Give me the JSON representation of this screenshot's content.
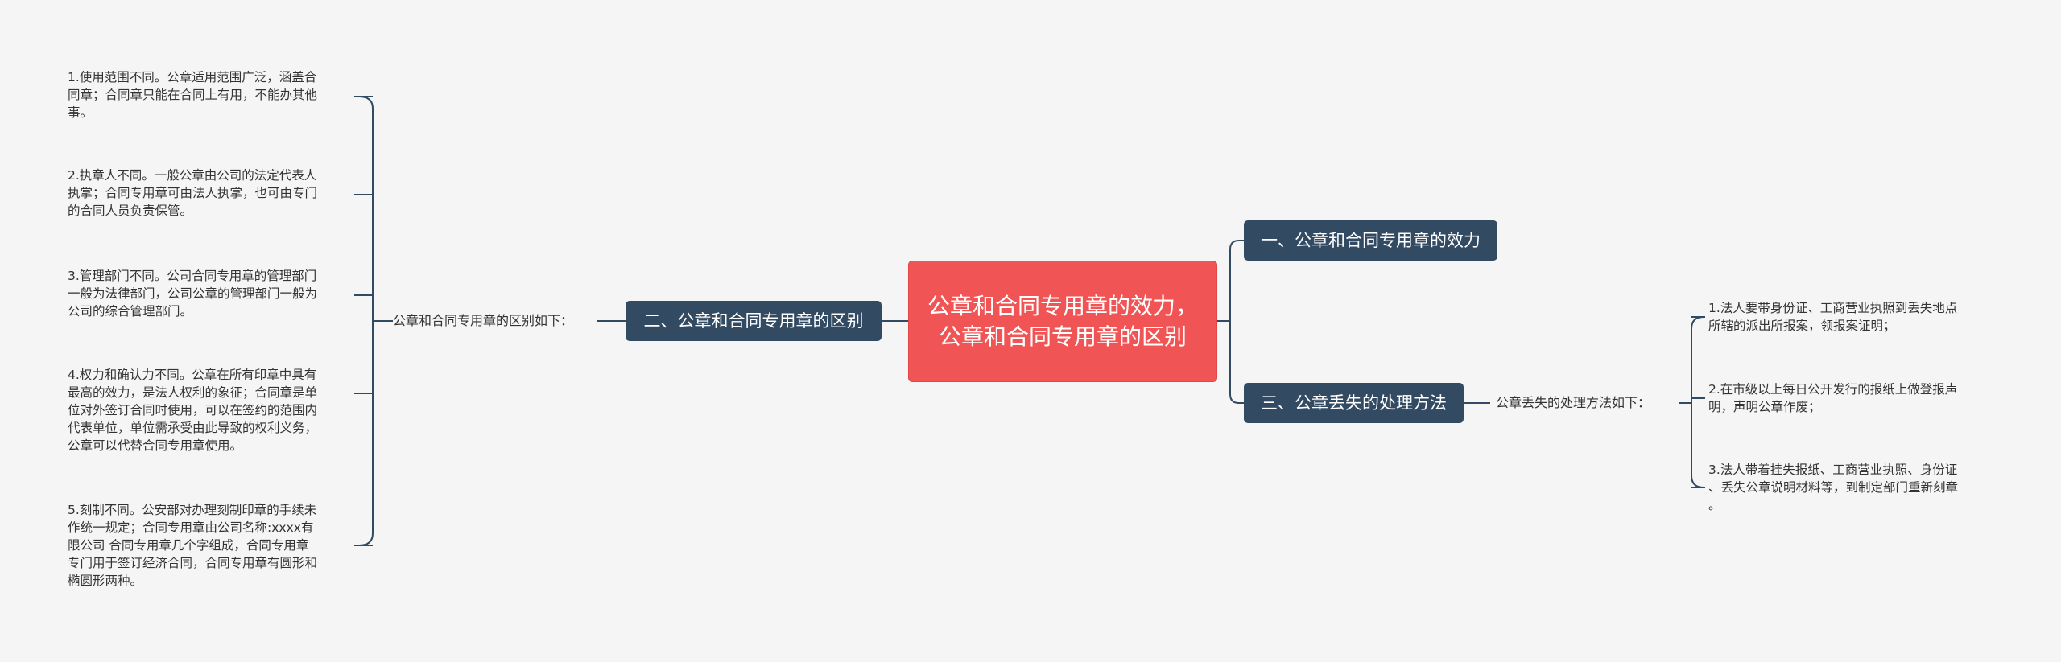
{
  "diagram": {
    "root": "公章和合同专用章的效力，公章和合同专用章的区别",
    "branches": [
      {
        "label": "一、公章和合同专用章的效力"
      },
      {
        "label": "二、公章和合同专用章的区别",
        "sub_label": "公章和合同专用章的区别如下：",
        "items": [
          "1.使用范围不同。公章适用范围广泛，涵盖合\n同章；合同章只能在合同上有用，不能办其他\n事。",
          "2.执章人不同。一般公章由公司的法定代表人\n执掌；合同专用章可由法人执掌，也可由专门\n的合同人员负责保管。",
          "3.管理部门不同。公司合同专用章的管理部门\n一般为法律部门，公司公章的管理部门一般为\n公司的综合管理部门。",
          "4.权力和确认力不同。公章在所有印章中具有\n最高的效力，是法人权利的象征；合同章是单\n位对外签订合同时使用，可以在签约的范围内\n代表单位，单位需承受由此导致的权利义务，\n公章可以代替合同专用章使用。",
          "5.刻制不同。公安部对办理刻制印章的手续未\n作统一规定；合同专用章由公司名称:xxxx有\n限公司 合同专用章几个字组成，合同专用章\n专门用于签订经济合同，合同专用章有圆形和\n椭圆形两种。"
        ]
      },
      {
        "label": "三、公章丢失的处理方法",
        "sub_label": "公章丢失的处理方法如下：",
        "items": [
          "1.法人要带身份证、工商营业执照到丢失地点\n所辖的派出所报案，领报案证明；",
          "2.在市级以上每日公开发行的报纸上做登报声\n明，声明公章作废；",
          "3.法人带着挂失报纸、工商营业执照、身份证\n、丢失公章说明材料等，到制定部门重新刻章\n。"
        ]
      }
    ],
    "colors": {
      "root_fill": "#f05454",
      "branch_fill": "#334a63",
      "connector": "#334a63",
      "background": "#f5f5f5"
    }
  }
}
